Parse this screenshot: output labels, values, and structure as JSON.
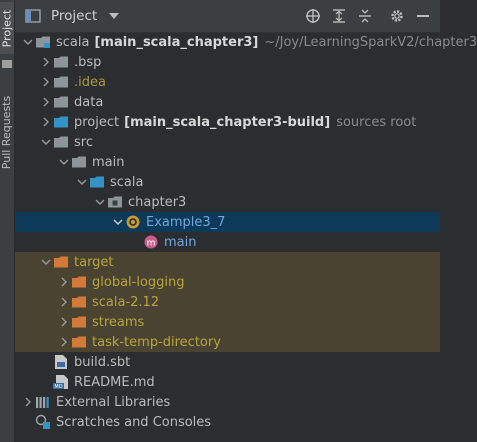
{
  "side_tabs": [
    {
      "label": "Project",
      "active": true
    },
    {
      "label": "Pull Requests",
      "active": false
    }
  ],
  "header": {
    "title": "Project",
    "tools": [
      "target-icon",
      "expand-all-icon",
      "collapse-all-icon",
      "gear-icon",
      "hide-icon"
    ]
  },
  "tree": [
    {
      "label": "scala",
      "bold": "[main_scala_chapter3]",
      "dim": "~/Joy/LearningSparkV2/chapter3",
      "icon": "module-folder-icon",
      "depth": 0,
      "arrow": "down"
    },
    {
      "label": ".bsp",
      "icon": "folder-icon",
      "depth": 1,
      "arrow": "right"
    },
    {
      "label": ".idea",
      "icon": "folder-icon",
      "depth": 1,
      "arrow": "right",
      "color": "olive"
    },
    {
      "label": "data",
      "icon": "folder-icon",
      "depth": 1,
      "arrow": "right"
    },
    {
      "label": "project",
      "bold": "[main_scala_chapter3-build]",
      "dim": "sources root",
      "icon": "source-folder-icon",
      "depth": 1,
      "arrow": "right"
    },
    {
      "label": "src",
      "icon": "folder-icon",
      "depth": 1,
      "arrow": "down"
    },
    {
      "label": "main",
      "icon": "folder-icon",
      "depth": 2,
      "arrow": "down"
    },
    {
      "label": "scala",
      "icon": "source-folder-icon",
      "depth": 3,
      "arrow": "down"
    },
    {
      "label": "chapter3",
      "icon": "package-icon",
      "depth": 4,
      "arrow": "down"
    },
    {
      "label": "Example3_7",
      "icon": "scala-object-icon",
      "depth": 5,
      "arrow": "down",
      "selected": true
    },
    {
      "label": "main",
      "icon": "method-icon",
      "depth": 6,
      "arrow": "none",
      "selected": false
    },
    {
      "label": "target",
      "icon": "excluded-folder-icon",
      "depth": 1,
      "arrow": "down",
      "excluded": true
    },
    {
      "label": "global-logging",
      "icon": "excluded-folder-icon",
      "depth": 2,
      "arrow": "right",
      "excluded": true
    },
    {
      "label": "scala-2.12",
      "icon": "excluded-folder-icon",
      "depth": 2,
      "arrow": "right",
      "excluded": true
    },
    {
      "label": "streams",
      "icon": "excluded-folder-icon",
      "depth": 2,
      "arrow": "right",
      "excluded": true
    },
    {
      "label": "task-temp-directory",
      "icon": "excluded-folder-icon",
      "depth": 2,
      "arrow": "right",
      "excluded": true
    },
    {
      "label": "build.sbt",
      "icon": "sbt-file-icon",
      "depth": 1,
      "arrow": "none"
    },
    {
      "label": "README.md",
      "icon": "markdown-file-icon",
      "depth": 1,
      "arrow": "none"
    },
    {
      "label": "External Libraries",
      "icon": "libraries-icon",
      "depth": 0,
      "arrow": "right"
    },
    {
      "label": "Scratches and Consoles",
      "icon": "scratches-icon",
      "depth": 0,
      "arrow": "none"
    }
  ],
  "colors": {
    "accent": "#6fa6e0",
    "selection": "#0d3a59",
    "excluded_bg": "#4a4332",
    "excluded_text": "#b8a53a",
    "folder": "#8d959b",
    "excluded_folder": "#d27a3a"
  }
}
